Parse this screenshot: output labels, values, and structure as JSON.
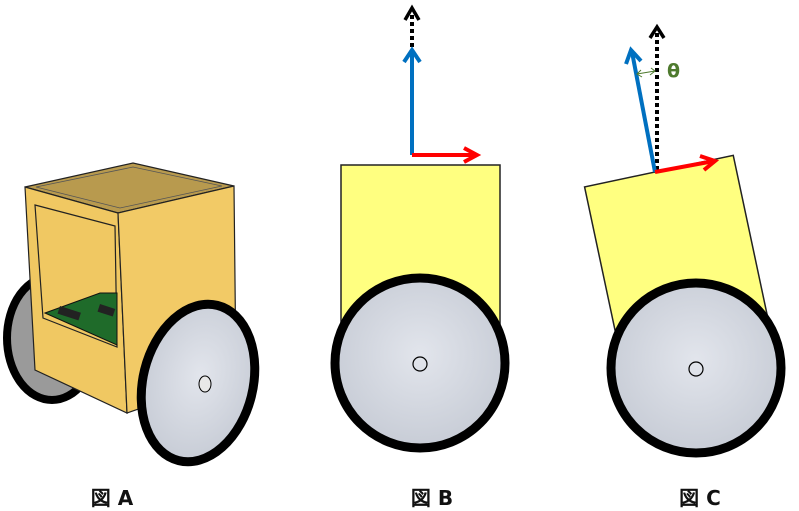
{
  "figures": [
    {
      "id": "A",
      "caption": "図 A"
    },
    {
      "id": "B",
      "caption": "図 B"
    },
    {
      "id": "C",
      "caption": "図 C",
      "angle_label": "θ"
    }
  ],
  "colors": {
    "body_3d": "#f0c862",
    "body_flat": "#ffff80",
    "pcb": "#1f6b2a",
    "vertical_axis": "#0070c0",
    "horizontal_axis": "#ff0000",
    "reference_axis": "#000000",
    "angle": "#4e7a2e",
    "wheel_face": "#d2d6de"
  }
}
